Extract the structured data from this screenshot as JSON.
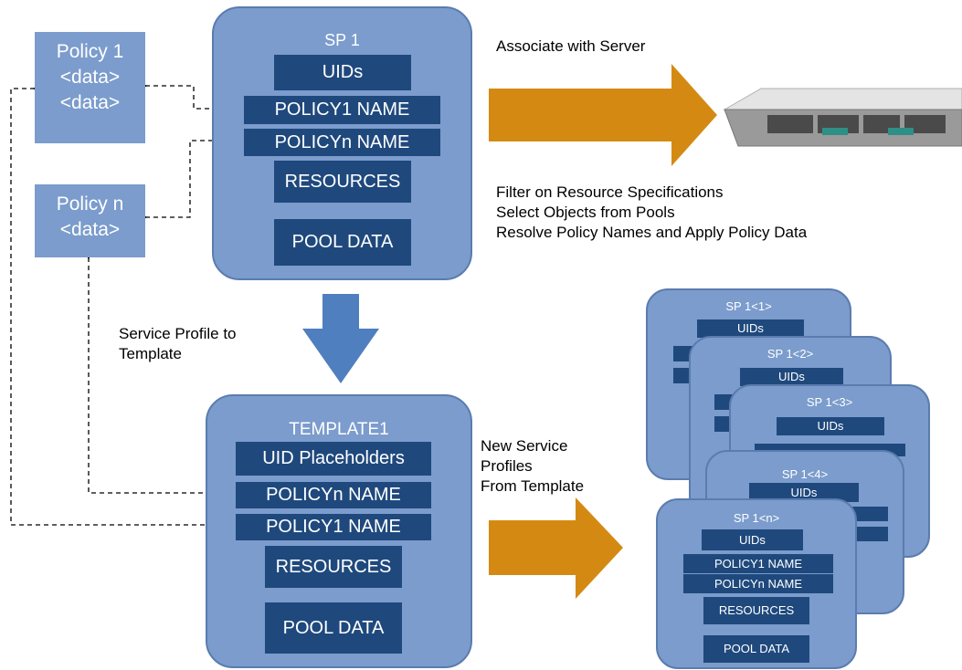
{
  "policy1": {
    "name": "Policy 1",
    "line1": "<data>",
    "line2": "<data>"
  },
  "policyn": {
    "name": "Policy n",
    "line1": "<data>"
  },
  "sp1": {
    "title": "SP 1",
    "uids": "UIDs",
    "policy1": "POLICY1 NAME",
    "policyn": "POLICYn NAME",
    "resources": "RESOURCES",
    "pool": "POOL DATA"
  },
  "template": {
    "title": "TEMPLATE1",
    "uids": "UID Placeholders",
    "policyn": "POLICYn NAME",
    "policy1": "POLICY1 NAME",
    "resources": "RESOURCES",
    "pool": "POOL DATA"
  },
  "captions": {
    "associate": "Associate with Server",
    "filter": [
      "Filter on Resource Specifications",
      "Select Objects from Pools",
      "Resolve Policy Names and Apply Policy Data"
    ],
    "to_template": [
      "Service Profile to",
      "Template"
    ],
    "new_profiles": [
      "New Service",
      "Profiles",
      "From Template"
    ]
  },
  "stack": {
    "sp_1": {
      "title": "SP 1<1>",
      "uids": "UIDs"
    },
    "sp_2": {
      "title": "SP 1<2>",
      "uids": "UIDs"
    },
    "sp_3": {
      "title": "SP 1<3>",
      "uids": "UIDs"
    },
    "sp_4": {
      "title": "SP 1<4>",
      "uids": "UIDs"
    },
    "sp_n": {
      "title": "SP 1<n>",
      "uids": "UIDs",
      "policy1": "POLICY1 NAME",
      "policyn": "POLICYn NAME",
      "resources": "RESOURCES",
      "pool": "POOL DATA"
    }
  },
  "colors": {
    "box_fill": "#7b9ccc",
    "bar_fill": "#1f497d",
    "arrow_orange": "#d48a12",
    "arrow_blue": "#4f7fbf"
  }
}
